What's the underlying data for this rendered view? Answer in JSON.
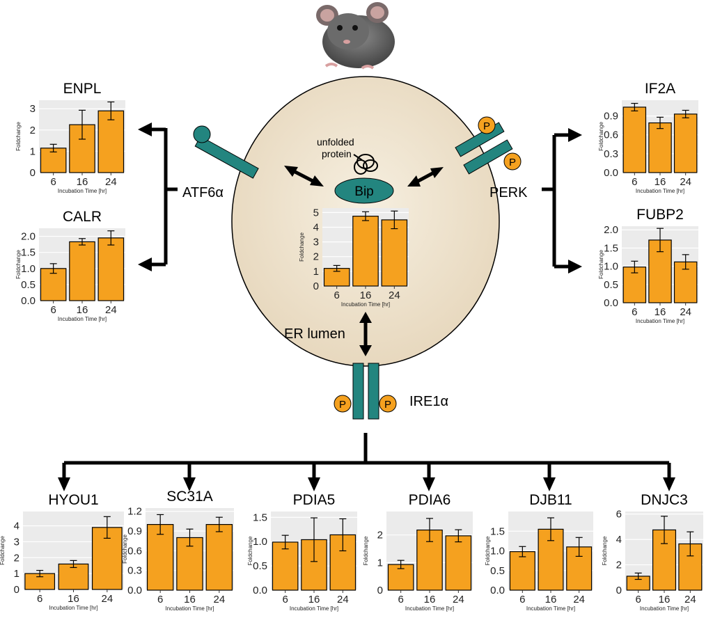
{
  "labels": {
    "atf6": "ATF6α",
    "perk": "PERK",
    "ire1": "IRE1α",
    "er_lumen": "ER lumen",
    "bip": "Bip",
    "unfolded_line1": "unfolded",
    "unfolded_line2": "protein",
    "phospho": "P"
  },
  "colors": {
    "bar": "#f5a11f",
    "receptor": "#23857f",
    "cell": "#e9dcc3",
    "panel_bg": "#ebebeb",
    "arrow": "#000000"
  },
  "chart_data": [
    {
      "id": "ENPL",
      "type": "bar",
      "title": "ENPL",
      "categories": [
        "6",
        "16",
        "24"
      ],
      "values": [
        1.15,
        2.25,
        2.9
      ],
      "errors": [
        0.18,
        0.68,
        0.42
      ],
      "ylim": [
        0,
        3.4
      ],
      "yticks": [
        "0",
        "1",
        "2",
        "3"
      ],
      "ytick_values": [
        0,
        1,
        2,
        3
      ],
      "ylabel": "Foldchange",
      "xlabel": "Incubation Time [hr]"
    },
    {
      "id": "CALR",
      "type": "bar",
      "title": "CALR",
      "categories": [
        "6",
        "16",
        "24"
      ],
      "values": [
        1.0,
        1.83,
        1.95
      ],
      "errors": [
        0.15,
        0.1,
        0.22
      ],
      "ylim": [
        0,
        2.25
      ],
      "yticks": [
        "0.0",
        "0.5",
        "1.0",
        "1.5",
        "2.0"
      ],
      "ytick_values": [
        0,
        0.5,
        1.0,
        1.5,
        2.0
      ],
      "ylabel": "Foldchange",
      "xlabel": "Incubation Time [hr]"
    },
    {
      "id": "BIP",
      "type": "bar",
      "title": "",
      "categories": [
        "6",
        "16",
        "24"
      ],
      "values": [
        1.2,
        4.75,
        4.5
      ],
      "errors": [
        0.2,
        0.3,
        0.6
      ],
      "ylim": [
        0,
        5.3
      ],
      "yticks": [
        "0",
        "1",
        "2",
        "3",
        "4",
        "5"
      ],
      "ytick_values": [
        0,
        1,
        2,
        3,
        4,
        5
      ],
      "ylabel": "Foldchange",
      "xlabel": "Incubation Time [hr]"
    },
    {
      "id": "IF2A",
      "type": "bar",
      "title": "IF2A",
      "categories": [
        "6",
        "16",
        "24"
      ],
      "values": [
        1.04,
        0.79,
        0.93
      ],
      "errors": [
        0.06,
        0.09,
        0.06
      ],
      "ylim": [
        0,
        1.15
      ],
      "yticks": [
        "0.0",
        "0.3",
        "0.6",
        "0.9"
      ],
      "ytick_values": [
        0,
        0.3,
        0.6,
        0.9
      ],
      "ylabel": "Foldchange",
      "xlabel": "Incubation Time [hr]"
    },
    {
      "id": "FUBP2",
      "type": "bar",
      "title": "FUBP2",
      "categories": [
        "6",
        "16",
        "24"
      ],
      "values": [
        0.98,
        1.72,
        1.12
      ],
      "errors": [
        0.16,
        0.32,
        0.2
      ],
      "ylim": [
        0,
        2.1
      ],
      "yticks": [
        "0.0",
        "0.5",
        "1.0",
        "1.5",
        "2.0"
      ],
      "ytick_values": [
        0,
        0.5,
        1.0,
        1.5,
        2.0
      ],
      "ylabel": "Foldchange",
      "xlabel": "Incubation Time [hr]"
    },
    {
      "id": "HYOU1",
      "type": "bar",
      "title": "HYOU1",
      "categories": [
        "6",
        "16",
        "24"
      ],
      "values": [
        1.0,
        1.6,
        3.9
      ],
      "errors": [
        0.2,
        0.22,
        0.68
      ],
      "ylim": [
        0,
        4.9
      ],
      "yticks": [
        "0",
        "1",
        "2",
        "3",
        "4"
      ],
      "ytick_values": [
        0,
        1,
        2,
        3,
        4
      ],
      "ylabel": "Foldchange",
      "xlabel": "Incubation Time [hr]"
    },
    {
      "id": "SC31A",
      "type": "bar",
      "title": "SC31A",
      "categories": [
        "6",
        "16",
        "24"
      ],
      "values": [
        1.0,
        0.8,
        1.0
      ],
      "errors": [
        0.15,
        0.13,
        0.11
      ],
      "ylim": [
        0,
        1.25
      ],
      "yticks": [
        "0.0",
        "0.3",
        "0.6",
        "0.9",
        "1.2"
      ],
      "ytick_values": [
        0,
        0.3,
        0.6,
        0.9,
        1.2
      ],
      "ylabel": "Foldchange",
      "xlabel": "Incubation Time [hr]"
    },
    {
      "id": "PDIA5",
      "type": "bar",
      "title": "PDIA5",
      "categories": [
        "6",
        "16",
        "24"
      ],
      "values": [
        0.99,
        1.04,
        1.14
      ],
      "errors": [
        0.14,
        0.45,
        0.33
      ],
      "ylim": [
        0,
        1.62
      ],
      "yticks": [
        "0.0",
        "0.5",
        "1.0",
        "1.5"
      ],
      "ytick_values": [
        0,
        0.5,
        1.0,
        1.5
      ],
      "ylabel": "Foldchange",
      "xlabel": "Incubation Time [hr]"
    },
    {
      "id": "PDIA6",
      "type": "bar",
      "title": "PDIA6",
      "categories": [
        "6",
        "16",
        "24"
      ],
      "values": [
        0.93,
        2.18,
        1.97
      ],
      "errors": [
        0.15,
        0.42,
        0.22
      ],
      "ylim": [
        0,
        2.85
      ],
      "yticks": [
        "0",
        "1",
        "2"
      ],
      "ytick_values": [
        0,
        1,
        2
      ],
      "ylabel": "Foldchange",
      "xlabel": "Incubation Time [hr]"
    },
    {
      "id": "DJB11",
      "type": "bar",
      "title": "DJB11",
      "categories": [
        "6",
        "16",
        "24"
      ],
      "values": [
        0.98,
        1.55,
        1.1
      ],
      "errors": [
        0.13,
        0.29,
        0.24
      ],
      "ylim": [
        0,
        2.0
      ],
      "yticks": [
        "0.0",
        "0.5",
        "1.0",
        "1.5"
      ],
      "ytick_values": [
        0,
        0.5,
        1.0,
        1.5
      ],
      "ylabel": "Foldchange",
      "xlabel": "Incubation Time [hr]"
    },
    {
      "id": "DNJC3",
      "type": "bar",
      "title": "DNJC3",
      "categories": [
        "6",
        "16",
        "24"
      ],
      "values": [
        1.1,
        4.75,
        3.65
      ],
      "errors": [
        0.25,
        1.08,
        0.95
      ],
      "ylim": [
        0,
        6.2
      ],
      "yticks": [
        "0",
        "2",
        "4",
        "6"
      ],
      "ytick_values": [
        0,
        2,
        4,
        6
      ],
      "ylabel": "Foldchange",
      "xlabel": "Incubation Time [hr]"
    }
  ]
}
